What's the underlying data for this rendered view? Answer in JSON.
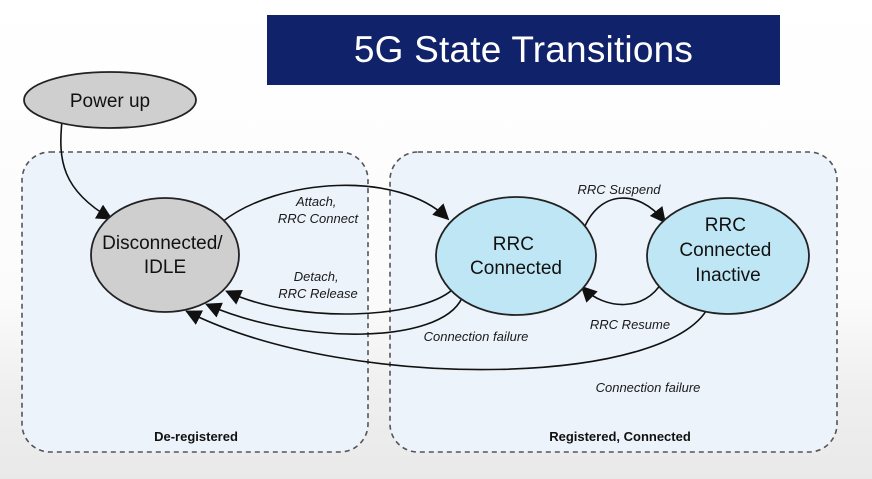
{
  "title": "5G State Transitions",
  "regions": {
    "deregistered": "De-registered",
    "registered": "Registered, Connected"
  },
  "nodes": {
    "power_up": "Power up",
    "idle": [
      "Disconnected/",
      "IDLE"
    ],
    "rrc_connected": [
      "RRC",
      "Connected"
    ],
    "rrc_inactive": [
      "RRC",
      "Connected",
      "Inactive"
    ]
  },
  "edges": {
    "attach": [
      "Attach,",
      "RRC Connect"
    ],
    "detach": [
      "Detach,",
      "RRC Release"
    ],
    "conn_failure_1": "Connection failure",
    "conn_failure_2": "Connection failure",
    "rrc_suspend": "RRC Suspend",
    "rrc_resume": "RRC Resume"
  },
  "colors": {
    "title_bg": "#10226a",
    "idle_fill": "#cfcfcf",
    "rrc_fill": "#bfe6f5",
    "region_fill": "#edf3fb"
  }
}
